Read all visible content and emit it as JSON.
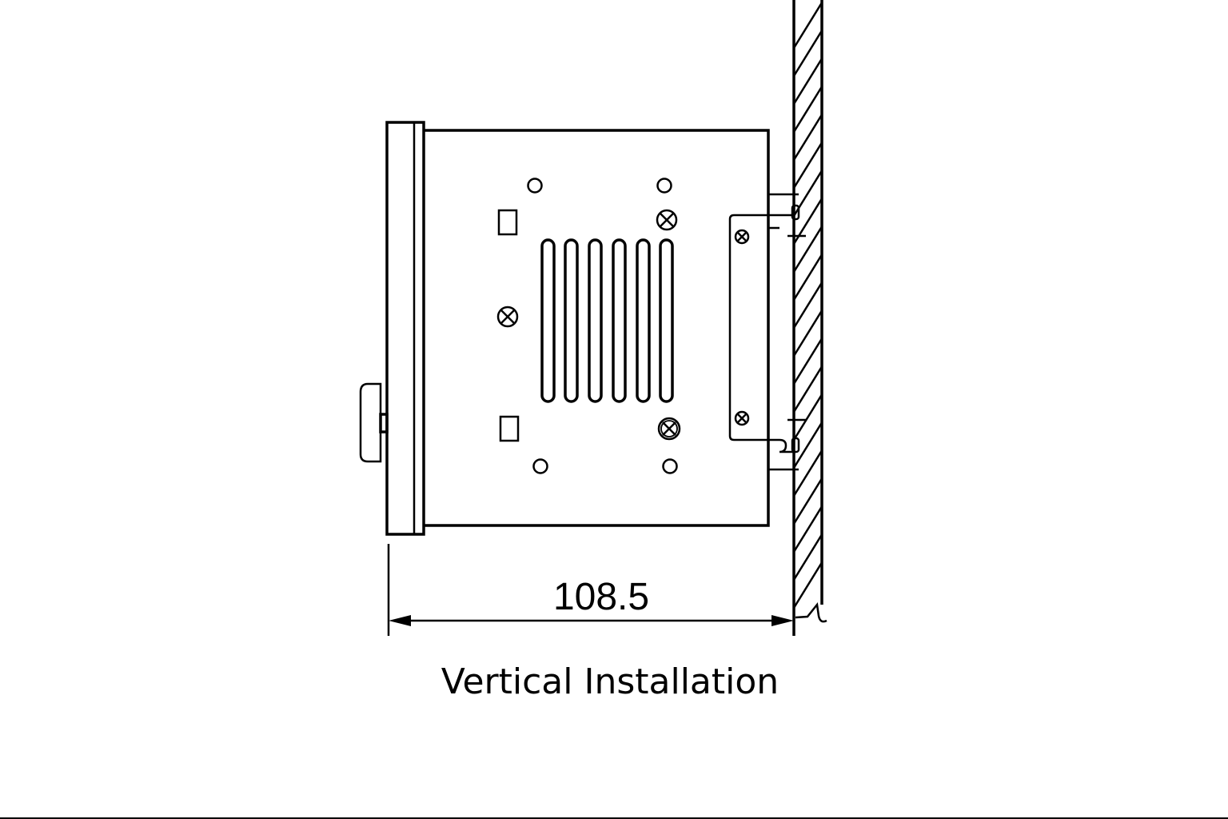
{
  "diagram": {
    "caption": "Vertical Installation",
    "dimension": {
      "value": "108.5",
      "units_shown": false,
      "from": "front-bezel-face",
      "to": "mounting-wall-surface"
    },
    "components": [
      {
        "name": "front-bezel",
        "description": "Front panel / bezel of the device"
      },
      {
        "name": "side-knob",
        "description": "Rounded knob/handle on the front bezel"
      },
      {
        "name": "device-body",
        "description": "Main enclosure side view"
      },
      {
        "name": "ventilation-slots",
        "count": 6
      },
      {
        "name": "mounting-holes",
        "count": 4
      },
      {
        "name": "screws",
        "count": 3
      },
      {
        "name": "rectangular-cutouts",
        "count": 2
      },
      {
        "name": "mounting-bracket",
        "screws": 2
      },
      {
        "name": "wall",
        "style": "hatched"
      }
    ],
    "colors": {
      "line": "#000000",
      "background": "#ffffff"
    }
  }
}
